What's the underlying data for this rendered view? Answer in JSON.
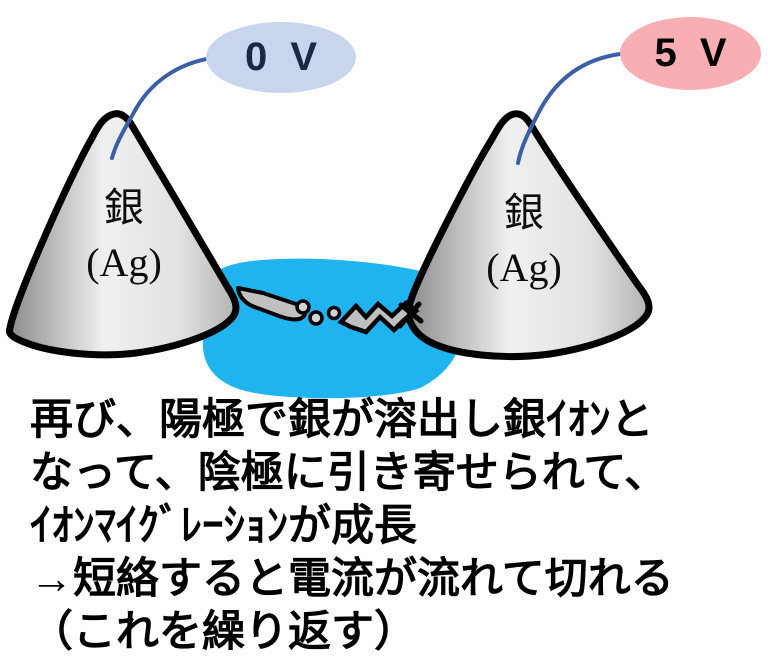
{
  "diagram": {
    "left_electrode": {
      "voltage": "0 V",
      "material": "銀",
      "symbol": "(Ag)"
    },
    "right_electrode": {
      "voltage": "5 V",
      "material": "銀",
      "symbol": "(Ag)"
    }
  },
  "caption": {
    "lines": [
      "再び、陽極で銀が溶出し銀ｲｵﾝと",
      "なって、陰極に引き寄せられて、",
      "ｲｵﾝﾏｲｸﾞﾚｰｼｮﾝが成長",
      "→短絡すると電流が流れて切れる",
      "（これを繰り返す）"
    ]
  },
  "colors": {
    "left_voltage_bg": "#c9d5ec",
    "left_voltage_text": "#1a2745",
    "right_voltage_bg": "#f9aeb4",
    "right_voltage_text": "#000000",
    "liquid": "#1fb3ef",
    "wire": "#3a5fa8",
    "outline": "#000000",
    "caption_text": "#000000"
  }
}
